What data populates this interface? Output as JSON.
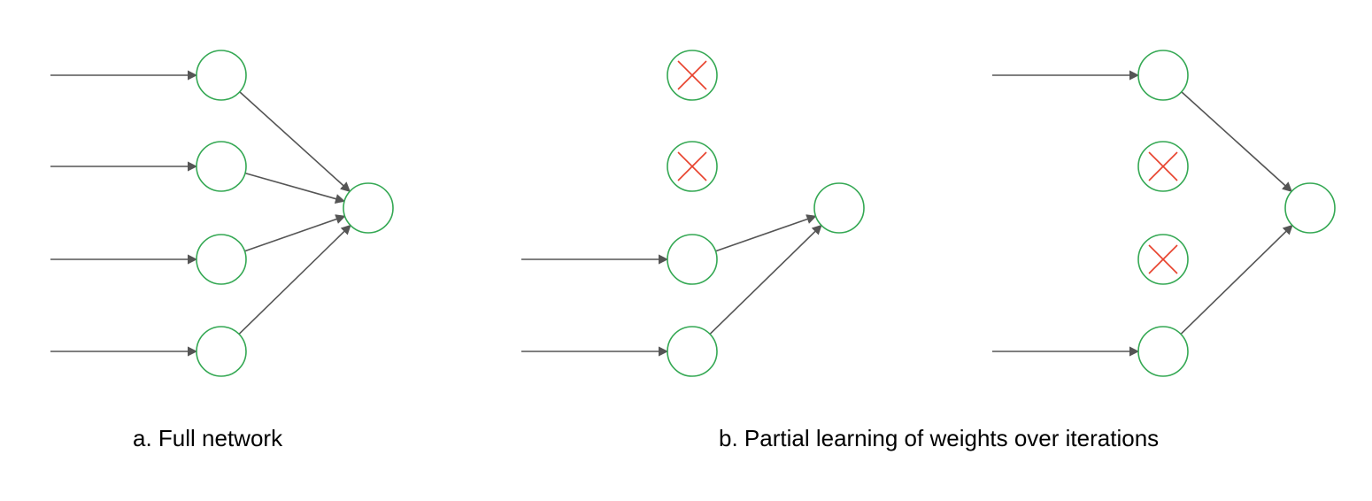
{
  "captions": {
    "full_network": "a. Full network",
    "partial_learning": "b. Partial learning of weights over iterations"
  },
  "colors": {
    "node_stroke": "#34a853",
    "dropped_cross": "#e8412c",
    "edge": "#555555"
  },
  "networks": [
    {
      "id": "full",
      "hidden": [
        {
          "dropped": false
        },
        {
          "dropped": false
        },
        {
          "dropped": false
        },
        {
          "dropped": false
        }
      ]
    },
    {
      "id": "iteration-1",
      "hidden": [
        {
          "dropped": true
        },
        {
          "dropped": true
        },
        {
          "dropped": false
        },
        {
          "dropped": false
        }
      ]
    },
    {
      "id": "iteration-2",
      "hidden": [
        {
          "dropped": false
        },
        {
          "dropped": true
        },
        {
          "dropped": true
        },
        {
          "dropped": false
        }
      ]
    }
  ]
}
